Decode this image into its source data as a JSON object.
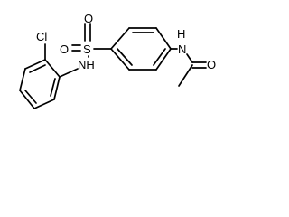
{
  "molecule": {
    "atoms": {
      "chlorine": "Cl",
      "sulfur": "S",
      "sulfonyl_oxygen_left": "O",
      "sulfonyl_oxygen_right": "O",
      "sulfonamide_nh": "NH",
      "amide_nh": "N",
      "amide_nh_h": "H",
      "carbonyl_oxygen": "O"
    }
  }
}
